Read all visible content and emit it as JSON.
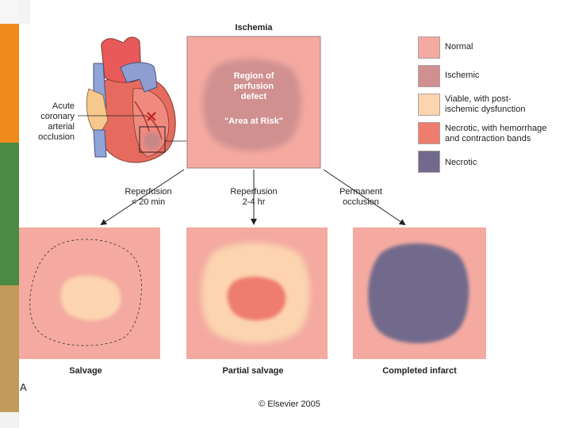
{
  "title": "Ischemia",
  "heart": {
    "occlusion_label": [
      "Acute",
      "coronary",
      "arterial",
      "occlusion"
    ]
  },
  "center_box": {
    "region_label": [
      "Region of",
      "perfusion",
      "defect"
    ],
    "area_label": "\"Area at Risk\""
  },
  "legend": [
    {
      "label": [
        "Normal"
      ],
      "color": "#f4aaa0"
    },
    {
      "label": [
        "Ischemic"
      ],
      "color": "#d09090"
    },
    {
      "label": [
        "Viable, with post-",
        "ischemic dysfunction"
      ],
      "color": "#fcd4b0"
    },
    {
      "label": [
        "Necrotic, with hemorrhage",
        "and contraction bands"
      ],
      "color": "#ef7d6e"
    },
    {
      "label": [
        "Necrotic"
      ],
      "color": "#726a8c"
    }
  ],
  "arrows": [
    {
      "label": [
        "Reperfusion",
        "< 20 min"
      ]
    },
    {
      "label": [
        "Reperfusion",
        "2-4 hr"
      ]
    },
    {
      "label": [
        "Permanent",
        "occlusion"
      ]
    }
  ],
  "outcomes": [
    {
      "label": "Salvage"
    },
    {
      "label": "Partial salvage"
    },
    {
      "label": "Completed infarct"
    }
  ],
  "panel_letter": "A",
  "copyright": "© Elsevier 2005",
  "colors": {
    "normal": "#f4aaa0",
    "ischemic": "#d09090",
    "viable": "#fcd4b0",
    "necrotic_hemorrhage": "#ef7d6e",
    "necrotic": "#726a8c",
    "stripe_orange": "#f08a1c",
    "stripe_green": "#4a8a44",
    "stripe_tan": "#c29a5a"
  }
}
